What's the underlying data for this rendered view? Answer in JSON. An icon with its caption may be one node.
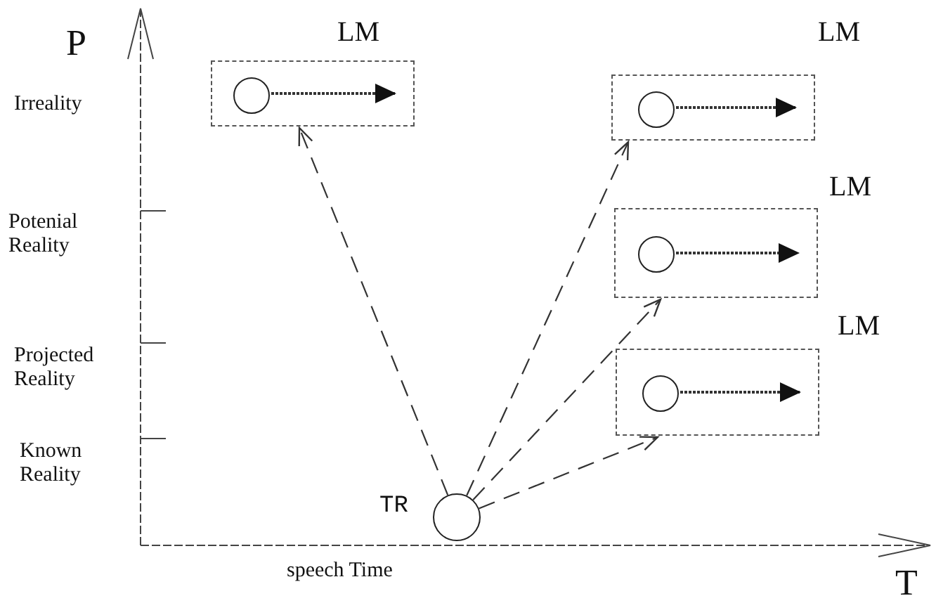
{
  "diagram": {
    "nodes": [
      {
        "text": [
          "LM"
        ]
      },
      {
        "text": [],
        "shape": "circle",
        "in": 0
      },
      {
        "text": [
          "LM"
        ]
      },
      {
        "text": [],
        "shape": "circle",
        "in": 2
      },
      {
        "text": [
          "LM"
        ]
      },
      {
        "text": [],
        "shape": "circle",
        "in": 4
      },
      {
        "text": [
          "LM"
        ]
      },
      {
        "text": [],
        "shape": "circle",
        "in": 6
      },
      {
        "text": [
          "TR"
        ]
      }
    ],
    "edges": [
      {
        "from": 1,
        "to": null,
        "arrow": "to",
        "style": "dashed"
      },
      {
        "from": 3,
        "to": null,
        "arrow": "to",
        "style": "dashed"
      },
      {
        "from": 5,
        "to": null,
        "arrow": "to",
        "style": "dashed"
      },
      {
        "from": 7,
        "to": null,
        "arrow": "to",
        "style": "dashed"
      },
      {
        "from": 8,
        "to": 0,
        "arrow": "to",
        "style": "dashed"
      },
      {
        "from": 8,
        "to": 2,
        "arrow": "to",
        "style": "dashed"
      },
      {
        "from": 8,
        "to": 4,
        "arrow": "to",
        "style": "dashed"
      },
      {
        "from": 8,
        "to": 6,
        "arrow": "to",
        "style": "dashed"
      }
    ],
    "labels": [
      "P",
      "Irreality",
      "Potenial Reality",
      "Projected Reality",
      "Known Reality",
      "speech Time",
      "T"
    ]
  }
}
